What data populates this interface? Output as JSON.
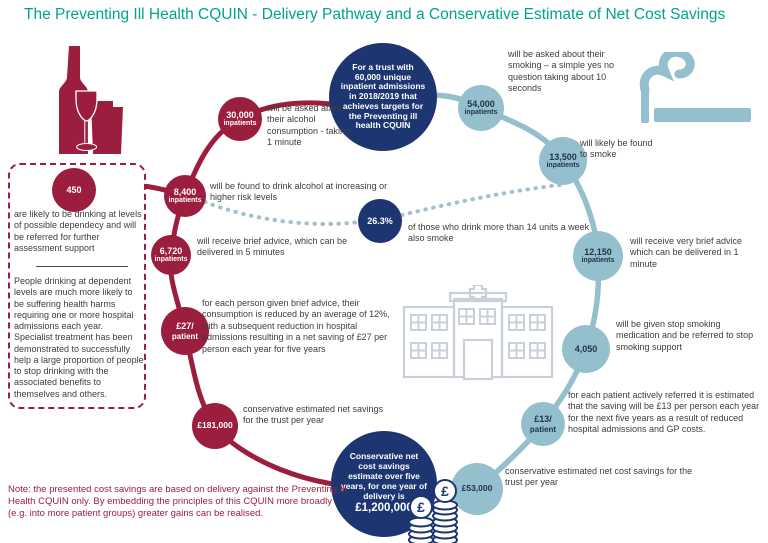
{
  "title": "The Preventing Ill Health CQUIN - Delivery Pathway and a Conservative Estimate of Net Cost Savings",
  "colors": {
    "teal": "#00A38C",
    "maroon": "#9B1E3F",
    "navy": "#1D3570",
    "light_blue": "#94BFCD"
  },
  "hubs": {
    "intro": {
      "text": "For a trust with 60,000 unique inpatient admissions in 2018/2019 that achieves targets for the Preventing ill health CQUIN"
    },
    "total": {
      "text": "Conservative net cost savings estimate over five years, for one year of delivery is",
      "amount": "£1,200,000"
    }
  },
  "alcohol": {
    "icon": "wine-bottle-and-glasses",
    "nodes": [
      {
        "value": "30,000",
        "unit": "inpatients",
        "label": "will be asked about their alcohol consumption - taking 1 minute"
      },
      {
        "value": "8,400",
        "unit": "inpatients",
        "label": "will be found to drink alcohol at increasing or higher risk levels"
      },
      {
        "value": "6,720",
        "unit": "inpatients",
        "label": "will receive brief advice, which can be delivered in 5 minutes"
      },
      {
        "value": "£27/",
        "unit": "patient",
        "label": "for each person given brief advice, their consumption is reduced by an average of 12%, with a subsequent reduction in hospital admissions resulting in a net saving of £27 per person each year for five years"
      },
      {
        "value": "£181,000",
        "unit": "",
        "label": "conservative estimated net savings for the trust per year"
      }
    ],
    "referral": {
      "value": "450",
      "text_1": "are likely to be drinking at levels of possible dependecy and will be referred for further assessment support",
      "text_2": "People drinking at dependent levels are much more likely to be suffering health harms requiring one or more hospital admissions each year. Specialist treatment has been demonstrated to successfully help a large proportion of people to stop drinking with the associated benefits to themselves and others."
    }
  },
  "smoking": {
    "icon": "cigarette-with-smoke",
    "nodes": [
      {
        "value": "54,000",
        "unit": "inpatients",
        "label": "will be asked about their smoking – a simple yes no question taking about 10 seconds"
      },
      {
        "value": "13,500",
        "unit": "inpatients",
        "label": "will likely be found to smoke"
      },
      {
        "value": "12,150",
        "unit": "inpatients",
        "label": "will receive very brief advice which can be delivered in 1 minute"
      },
      {
        "value": "4,050",
        "unit": "",
        "label": "will be given stop smoking medication and be referred to stop smoking support"
      },
      {
        "value": "£13/",
        "unit": "patient",
        "label": "for each patient actively referred it is estimated that the saving will be £13 per person each year for the next five years as a result of reduced hospital admissions and GP costs."
      },
      {
        "value": "£53,000",
        "unit": "",
        "label": "conservative estimated net cost savings for the trust per year"
      }
    ]
  },
  "crosslink": {
    "value": "26.3%",
    "label": "of those who drink more than 14 units a week also smoke"
  },
  "note": "Note: the presented cost savings are based on delivery against the Preventing Ill Health CQUIN only. By embedding the principles of this CQUIN more broadly (e.g. into more patient groups) greater gains can be realised.",
  "icons": {
    "alcohol": "wine-bottle-and-glasses",
    "smoking": "cigarette-with-smoke",
    "hospital": "hospital-building",
    "savings": "pound-coin-stacks"
  }
}
